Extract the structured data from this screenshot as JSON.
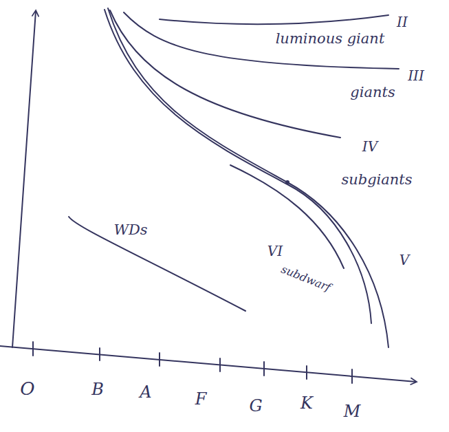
{
  "diagram": {
    "labels": [
      "II",
      "luminous giant",
      "III",
      "giants",
      "IV",
      "subgiants",
      "VI",
      "subdwarf",
      "V",
      "WDs",
      "O",
      "B",
      "A",
      "F",
      "G",
      "K",
      "M"
    ]
  }
}
